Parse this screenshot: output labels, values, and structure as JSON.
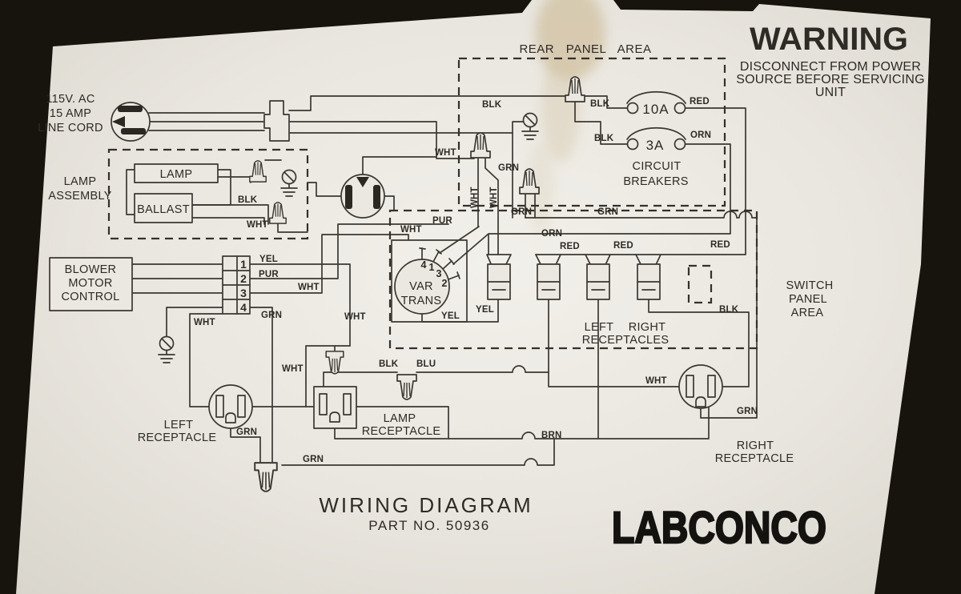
{
  "warning": {
    "title": "WARNING",
    "line1": "DISCONNECT FROM POWER",
    "line2": "SOURCE BEFORE SERVICING",
    "line3": "UNIT"
  },
  "areas": {
    "rear_panel": "REAR PANEL AREA",
    "switch1": "SWITCH",
    "switch2": "PANEL",
    "switch3": "AREA",
    "lamp1": "LAMP",
    "lamp2": "ASSEMBLY",
    "cb1": "CIRCUIT",
    "cb2": "BREAKERS"
  },
  "line_cord": {
    "l1": "115V. AC",
    "l2": "15 AMP",
    "l3": "LINE CORD"
  },
  "components": {
    "lamp": "LAMP",
    "ballast": "BALLAST",
    "blower1": "BLOWER",
    "blower2": "MOTOR",
    "blower3": "CONTROL",
    "var1": "VAR",
    "var2": "TRANS",
    "left1": "LEFT",
    "left2": "RECEPTACLE",
    "right1": "RIGHT",
    "right2": "RECEPTACLE",
    "lamp_r1": "LAMP",
    "lamp_r2": "RECEPTACLE",
    "row1": "LEFT",
    "row2": "RIGHT",
    "row3": "RECEPTACLES"
  },
  "breakers": {
    "b10": "10A",
    "b3": "3A"
  },
  "terminals": {
    "t1": "1",
    "t2": "2",
    "t3": "3",
    "t4": "4",
    "v4": "4",
    "v1": "1",
    "v3": "3",
    "v2": "2"
  },
  "wires": {
    "blk": "BLK",
    "wht": "WHT",
    "grn": "GRN",
    "orn": "ORN",
    "red": "RED",
    "yel": "YEL",
    "pur": "PUR",
    "blu": "BLU",
    "brn": "BRN"
  },
  "title_block": {
    "title": "WIRING DIAGRAM",
    "part_no": "PART NO. 50936"
  },
  "brand": "LABCONCO",
  "colors": {
    "card": "#e9e6df",
    "ink": "#3b3732",
    "background": "#17130d",
    "stain": "#cdbc98"
  }
}
